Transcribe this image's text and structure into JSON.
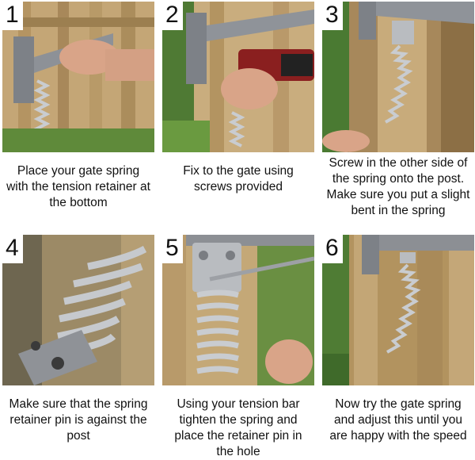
{
  "steps": [
    {
      "number": "1",
      "caption": "Place your gate spring with the tension retainer at the bottom"
    },
    {
      "number": "2",
      "caption": "Fix to the gate using screws provided"
    },
    {
      "number": "3",
      "caption": "Screw in the other side of the spring onto the post. Make sure you put a slight bent in the spring"
    },
    {
      "number": "4",
      "caption": "Make sure that the spring retainer pin is against the post"
    },
    {
      "number": "5",
      "caption": "Using your tension bar tighten the spring and place the retainer pin in the hole"
    },
    {
      "number": "6",
      "caption": "Now try the gate spring and adjust this until you are happy with the speed"
    }
  ],
  "colors": {
    "wood": "#b89a6a",
    "wood_dark": "#8c6f45",
    "metal": "#b9bcc0",
    "metal_dark": "#6f7378",
    "foliage": "#5f8a3a",
    "skin": "#d9a488"
  }
}
